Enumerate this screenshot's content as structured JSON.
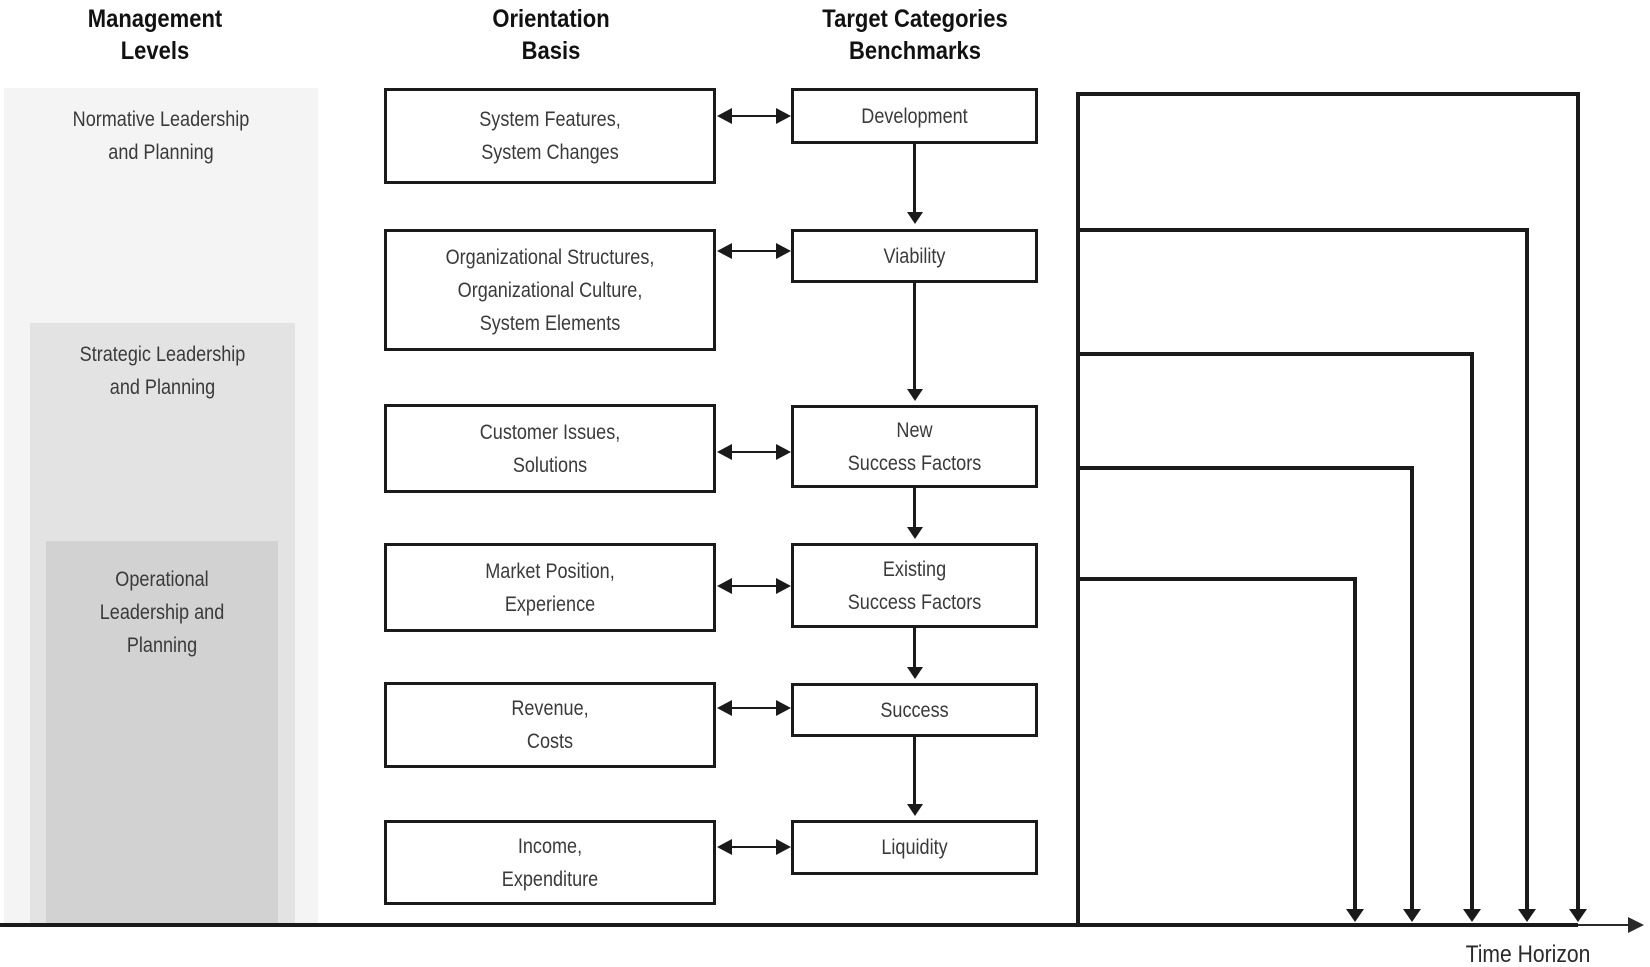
{
  "columns": {
    "management": {
      "title": "Management\nLevels"
    },
    "orientation": {
      "title": "Orientation\nBasis"
    },
    "targets": {
      "title": "Target Categories\nBenchmarks"
    }
  },
  "management_levels": [
    {
      "label": "Normative Leadership\nand Planning"
    },
    {
      "label": "Strategic Leadership\nand Planning"
    },
    {
      "label": "Operational\nLeadership and\nPlanning"
    }
  ],
  "rows": [
    {
      "orientation": "System Features,\nSystem Changes",
      "target": "Development"
    },
    {
      "orientation": "Organizational Structures,\nOrganizational Culture,\nSystem Elements",
      "target": "Viability"
    },
    {
      "orientation": "Customer Issues,\nSolutions",
      "target": "New\nSuccess Factors"
    },
    {
      "orientation": "Market Position,\nExperience",
      "target": "Existing\nSuccess Factors"
    },
    {
      "orientation": "Revenue,\nCosts",
      "target": "Success"
    },
    {
      "orientation": "Income,\nExpenditure",
      "target": "Liquidity"
    }
  ],
  "axis": {
    "label": "Time Horizon"
  },
  "colors": {
    "line": "#1a1a1a",
    "text": "#3a3a3a",
    "level1_bg": "#f4f4f4",
    "level2_bg": "#e3e3e3",
    "level3_bg": "#d2d2d2"
  }
}
